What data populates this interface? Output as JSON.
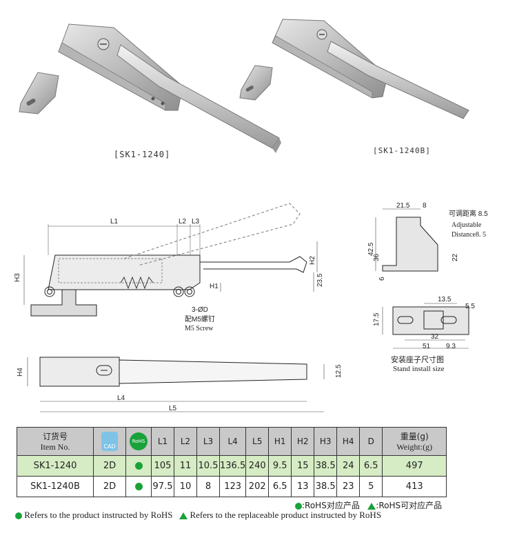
{
  "products": {
    "left_caption": "[SK1-1240]",
    "right_caption": "[SK1-1240B]"
  },
  "side_view": {
    "L1": "L1",
    "L2": "L2",
    "L3": "L3",
    "H1": "H1",
    "H2": "H2",
    "H3": "H3",
    "dim_23_5": "23.5",
    "hole_label": "3-ØD",
    "screw_cn": "配M5螺钉",
    "screw_en": "M5 Screw"
  },
  "top_view": {
    "H4": "H4",
    "dim_12_5": "12.5",
    "L4": "L4",
    "L5": "L5"
  },
  "stand_side": {
    "dim_21_5": "21.5",
    "dim_8": "8",
    "adjust_cn": "可调距离 8.5",
    "adjust_en1": "Adjustable",
    "adjust_en2": "Distance8. 5",
    "dim_42_5": "42.5",
    "dim_36": "36",
    "dim_22": "22",
    "dim_6": "6"
  },
  "stand_plan": {
    "dim_13_5": "13.5",
    "dim_5_5": "5.5",
    "dim_17_5": "17.5",
    "dim_32": "32",
    "dim_51": "51",
    "dim_9_3": "9.3",
    "caption_cn": "安装座子尺寸图",
    "caption_en": "Stand install size"
  },
  "table": {
    "item_cn": "订货号",
    "item_en": "Item No.",
    "cad_label": "CAD",
    "rohs_label": "RoHS",
    "columns": [
      "L1",
      "L2",
      "L3",
      "L4",
      "L5",
      "H1",
      "H2",
      "H3",
      "H4",
      "D"
    ],
    "weight_cn": "重量(g)",
    "weight_en": "Weight:(g)",
    "rows": [
      {
        "item": "SK1-1240",
        "cad": "2D",
        "values": [
          "105",
          "11",
          "10.5",
          "136.5",
          "240",
          "9.5",
          "15",
          "38.5",
          "24",
          "6.5"
        ],
        "weight": "497"
      },
      {
        "item": "SK1-1240B",
        "cad": "2D",
        "values": [
          "97.5",
          "10",
          "8",
          "123",
          "202",
          "6.5",
          "13",
          "38.5",
          "23",
          "5"
        ],
        "weight": "413"
      }
    ]
  },
  "legend": {
    "cn_rohs": ":RoHS对应产品",
    "cn_replace": ":RoHS可对应产品",
    "en_rohs": "Refers to the product instructed by RoHS",
    "en_replace": "Refers to the replaceable product instructed by RoHS"
  },
  "colors": {
    "rohs_green": "#1aa23a",
    "row_highlight": "#d6ecc4",
    "header_gray": "#c9c9c9"
  }
}
